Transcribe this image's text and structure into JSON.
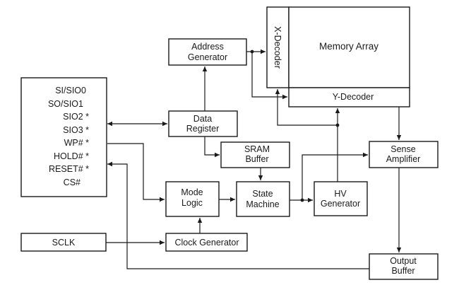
{
  "diagram": {
    "type": "block-diagram",
    "pins": [
      "SI/SIO0",
      "SO/SIO1",
      "SIO2 *",
      "SIO3 *",
      "WP# *",
      "HOLD# *",
      "RESET# *",
      "CS#"
    ],
    "blocks": {
      "address_generator": [
        "Address",
        "Generator"
      ],
      "data_register": [
        "Data",
        "Register"
      ],
      "x_decoder": "X-Decoder",
      "memory_array": "Memory Array",
      "y_decoder": "Y-Decoder",
      "sram_buffer": [
        "SRAM",
        "Buffer"
      ],
      "mode_logic": [
        "Mode",
        "Logic"
      ],
      "state_machine": [
        "State",
        "Machine"
      ],
      "hv_generator": [
        "HV",
        "Generator"
      ],
      "sense_amplifier": [
        "Sense",
        "Amplifier"
      ],
      "output_buffer": [
        "Output",
        "Buffer"
      ],
      "sclk": "SCLK",
      "clock_generator": "Clock Generator"
    },
    "connections": [
      {
        "from": "pins",
        "to": "data_register",
        "bidirectional": true
      },
      {
        "from": "data_register",
        "to": "address_generator"
      },
      {
        "from": "address_generator",
        "to": "x_decoder"
      },
      {
        "from": "address_generator",
        "to": "y_decoder"
      },
      {
        "from": "data_register",
        "to": "sram_buffer"
      },
      {
        "from": "sram_buffer",
        "to": "state_machine"
      },
      {
        "from": "pins",
        "to": "mode_logic"
      },
      {
        "from": "mode_logic",
        "to": "state_machine"
      },
      {
        "from": "clock_generator",
        "to": "mode_logic"
      },
      {
        "from": "sclk",
        "to": "clock_generator"
      },
      {
        "from": "state_machine",
        "to": "hv_generator"
      },
      {
        "from": "state_machine",
        "to": "sense_amplifier"
      },
      {
        "from": "hv_generator",
        "to": "y_decoder"
      },
      {
        "from": "hv_generator",
        "to": "x_decoder"
      },
      {
        "from": "y_decoder",
        "to": "sense_amplifier"
      },
      {
        "from": "sense_amplifier",
        "to": "output_buffer"
      },
      {
        "from": "output_buffer",
        "to": "pins"
      }
    ]
  }
}
